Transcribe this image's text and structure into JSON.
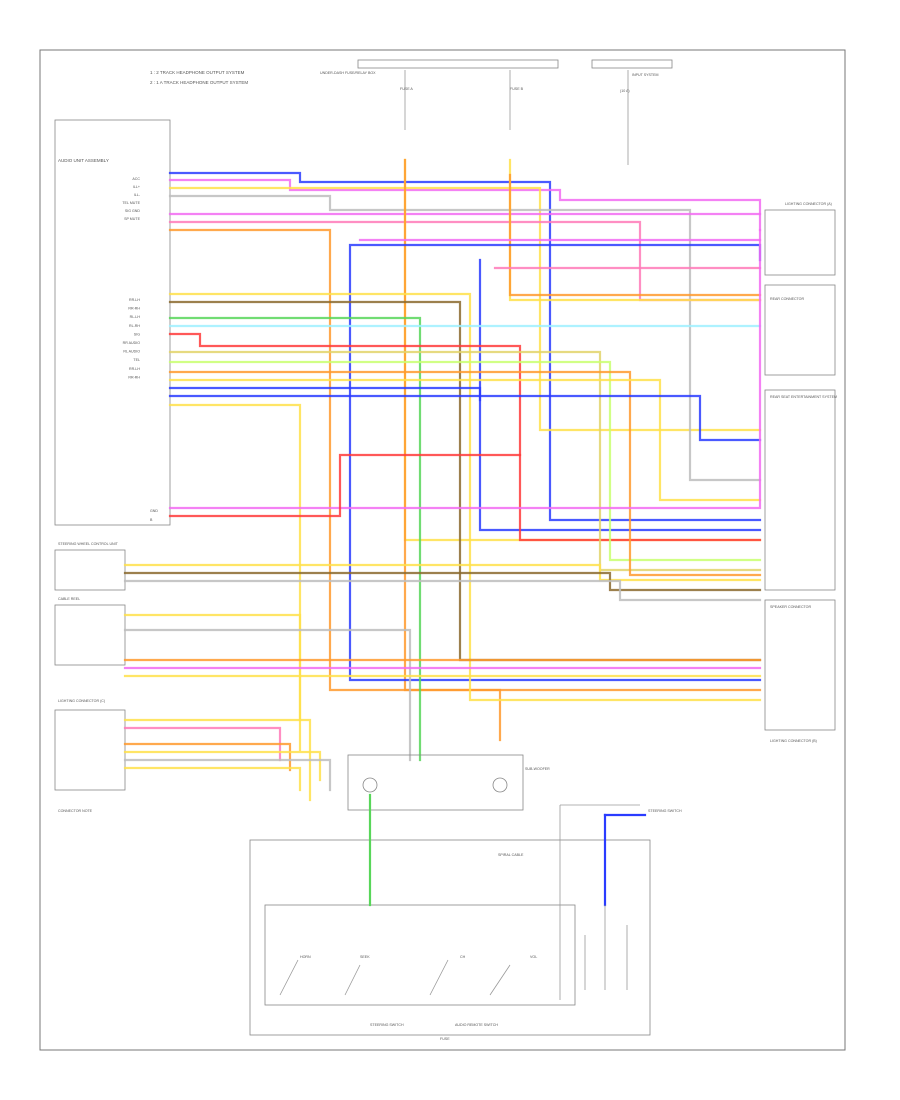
{
  "diagram": {
    "legend": [
      "1 : 2 TRACK HEADPHONE OUTPUT SYSTEM",
      "2 : 1 A TRACK HEADPHONE OUTPUT SYSTEM"
    ],
    "fuses": {
      "left_box": "UNDER-DASH FUSE/RELAY BOX",
      "left_fuse_a": "FUSE A",
      "left_fuse_b": "FUSE B",
      "right_box": "INPUT SYSTEM",
      "right_fuse": "(10 A)"
    },
    "head_unit": {
      "title": "AUDIO UNIT ASSEMBLY",
      "pins_top": [
        "ACC",
        "ILL+",
        "ILL-",
        "TEL MUTE",
        "SIG GND",
        "SP MUTE"
      ],
      "pins_mid": [
        "RR-LH",
        "RR-RH",
        "RL-LH",
        "RL-RH",
        "SIG",
        "RR AUDIO",
        "RL AUDIO",
        "TEL",
        "RR-LH",
        "RR-RH"
      ],
      "pins_bottom": [
        "GND",
        "B"
      ]
    },
    "right_connectors": [
      "LIGHTING CONNECTOR (A)",
      "REAR CONNECTOR",
      "REAR SEAT ENTERTAINMENT SYSTEM",
      "SPEAKER CONNECTOR",
      "LIGHTING CONNECTOR (B)"
    ],
    "left_connectors": [
      "STEERING WHEEL CONTROL UNIT",
      "CABLE REEL",
      "LIGHTING CONNECTOR (C)"
    ],
    "left_bottom_note": "CONNECTOR NOTE",
    "center_label": "SUB-WOOFER",
    "center_note": "SPIRAL CABLE",
    "right_note": "STEERING SWITCH",
    "small_switch_labels": [
      "HORN",
      "SEEK",
      "CH",
      "VOL"
    ],
    "bottom_labels": [
      "STEERING SWITCH",
      "AUDIO REMOTE SWITCH"
    ],
    "bottom_caption": "FUSE",
    "colors": {
      "red": "#ff3b3b",
      "yellow": "#ffe14a",
      "orange": "#ff9a2e",
      "blue": "#2a3cff",
      "magenta": "#f26bf2",
      "pink": "#ff7ab8",
      "green": "#58d65a",
      "cyan": "#9ff0ff",
      "brown": "#8b6a2e",
      "gray": "#bdbdbd",
      "gold": "#e2d36a",
      "lime": "#c9ff70",
      "white": "#ffffff"
    }
  }
}
